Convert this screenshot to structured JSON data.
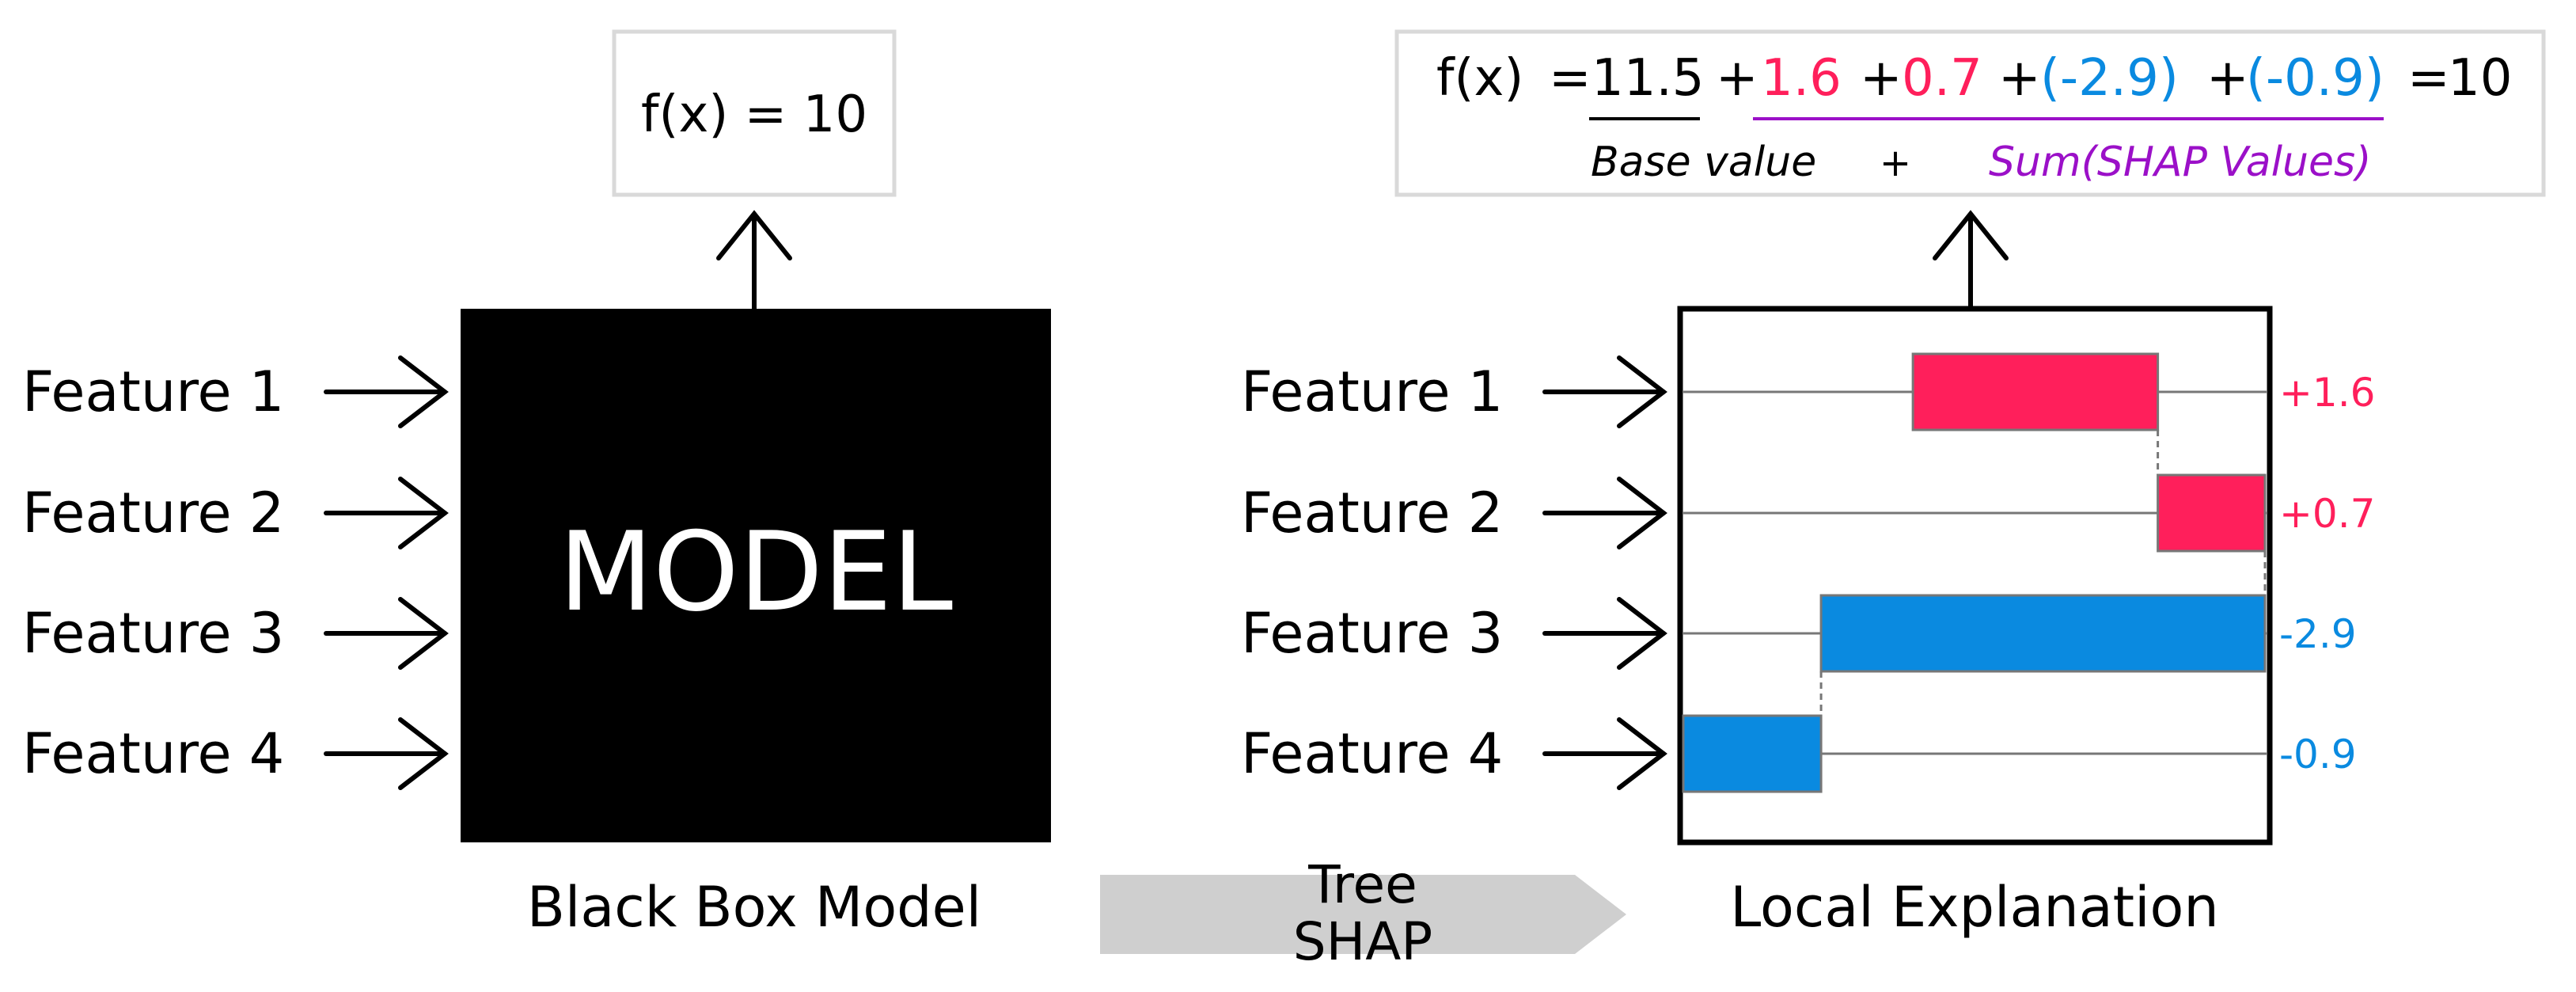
{
  "colors": {
    "positive": "#ff1f5b",
    "negative": "#0a8ae0",
    "sum": "#9b10c8",
    "box": "#000000",
    "frame_border": "#d9d9d9",
    "process_arrow": "#cfcfcf"
  },
  "black_box": {
    "output": "f(x) = 10",
    "model_label": "MODEL",
    "caption": "Black Box Model",
    "features": [
      "Feature 1",
      "Feature 2",
      "Feature 3",
      "Feature 4"
    ]
  },
  "process": {
    "line1": "Tree",
    "line2": "SHAP"
  },
  "local_explanation": {
    "caption": "Local Explanation",
    "features": [
      "Feature 1",
      "Feature 2",
      "Feature 3",
      "Feature 4"
    ],
    "equation": {
      "lhs": "f(x)",
      "eq": "=",
      "base": "11.5",
      "plus": "+",
      "terms": [
        "1.6",
        "0.7",
        "(-2.9)",
        "(-0.9)"
      ],
      "result": "10",
      "base_label": "Base value",
      "mid_plus": "+",
      "sum_label": "Sum(SHAP Values)"
    },
    "shap_values": [
      {
        "label": "+1.6",
        "value": 1.6,
        "sign": "positive"
      },
      {
        "label": "+0.7",
        "value": 0.7,
        "sign": "positive"
      },
      {
        "label": "-2.9",
        "value": -2.9,
        "sign": "negative"
      },
      {
        "label": "-0.9",
        "value": -0.9,
        "sign": "negative"
      }
    ]
  }
}
